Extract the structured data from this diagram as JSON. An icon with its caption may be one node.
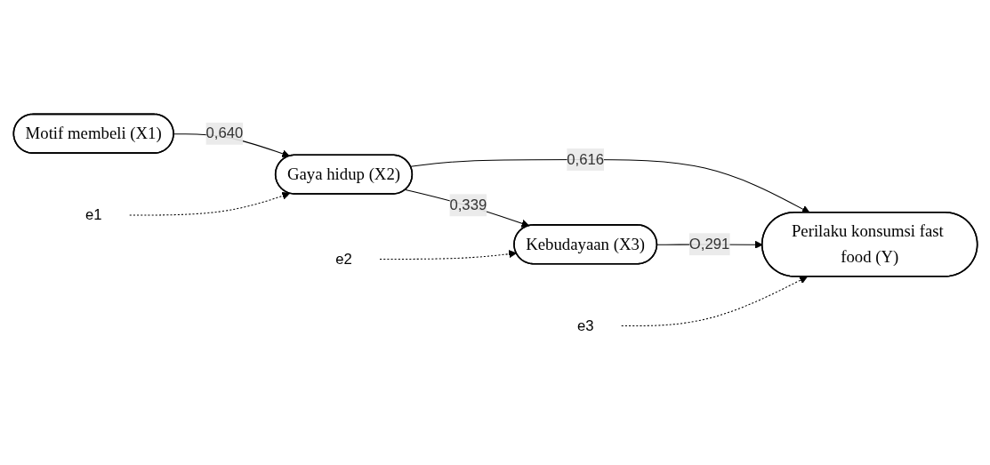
{
  "diagram": {
    "nodes": [
      {
        "text": [
          "e2"
        ]
      },
      {
        "text": [
          "Kebudayaan (X3)"
        ]
      },
      {
        "text": [
          "e3"
        ]
      },
      {
        "text": [
          "e1"
        ]
      },
      {
        "text": [
          "Motif membeli (X1)"
        ]
      },
      {
        "text": [
          "Gaya hidup (X2)"
        ]
      },
      {
        "text": [
          "Perilaku konsumsi fast food (Y)"
        ]
      }
    ],
    "edges": [
      {
        "from": 4,
        "to": 5,
        "arrow": "to",
        "label": "0,640"
      },
      {
        "from": 5,
        "to": 1,
        "arrow": "to",
        "label": "0,339"
      },
      {
        "from": 5,
        "to": 6,
        "arrow": "to",
        "label": "0,616"
      },
      {
        "from": 1,
        "to": 6,
        "arrow": "to",
        "label": "O,291"
      },
      {
        "from": 3,
        "to": 5,
        "arrow": "to",
        "style": "dashed"
      },
      {
        "from": 0,
        "to": 1,
        "arrow": "to",
        "style": "dashed"
      },
      {
        "from": 2,
        "to": 6,
        "arrow": "to",
        "style": "dashed"
      }
    ]
  }
}
